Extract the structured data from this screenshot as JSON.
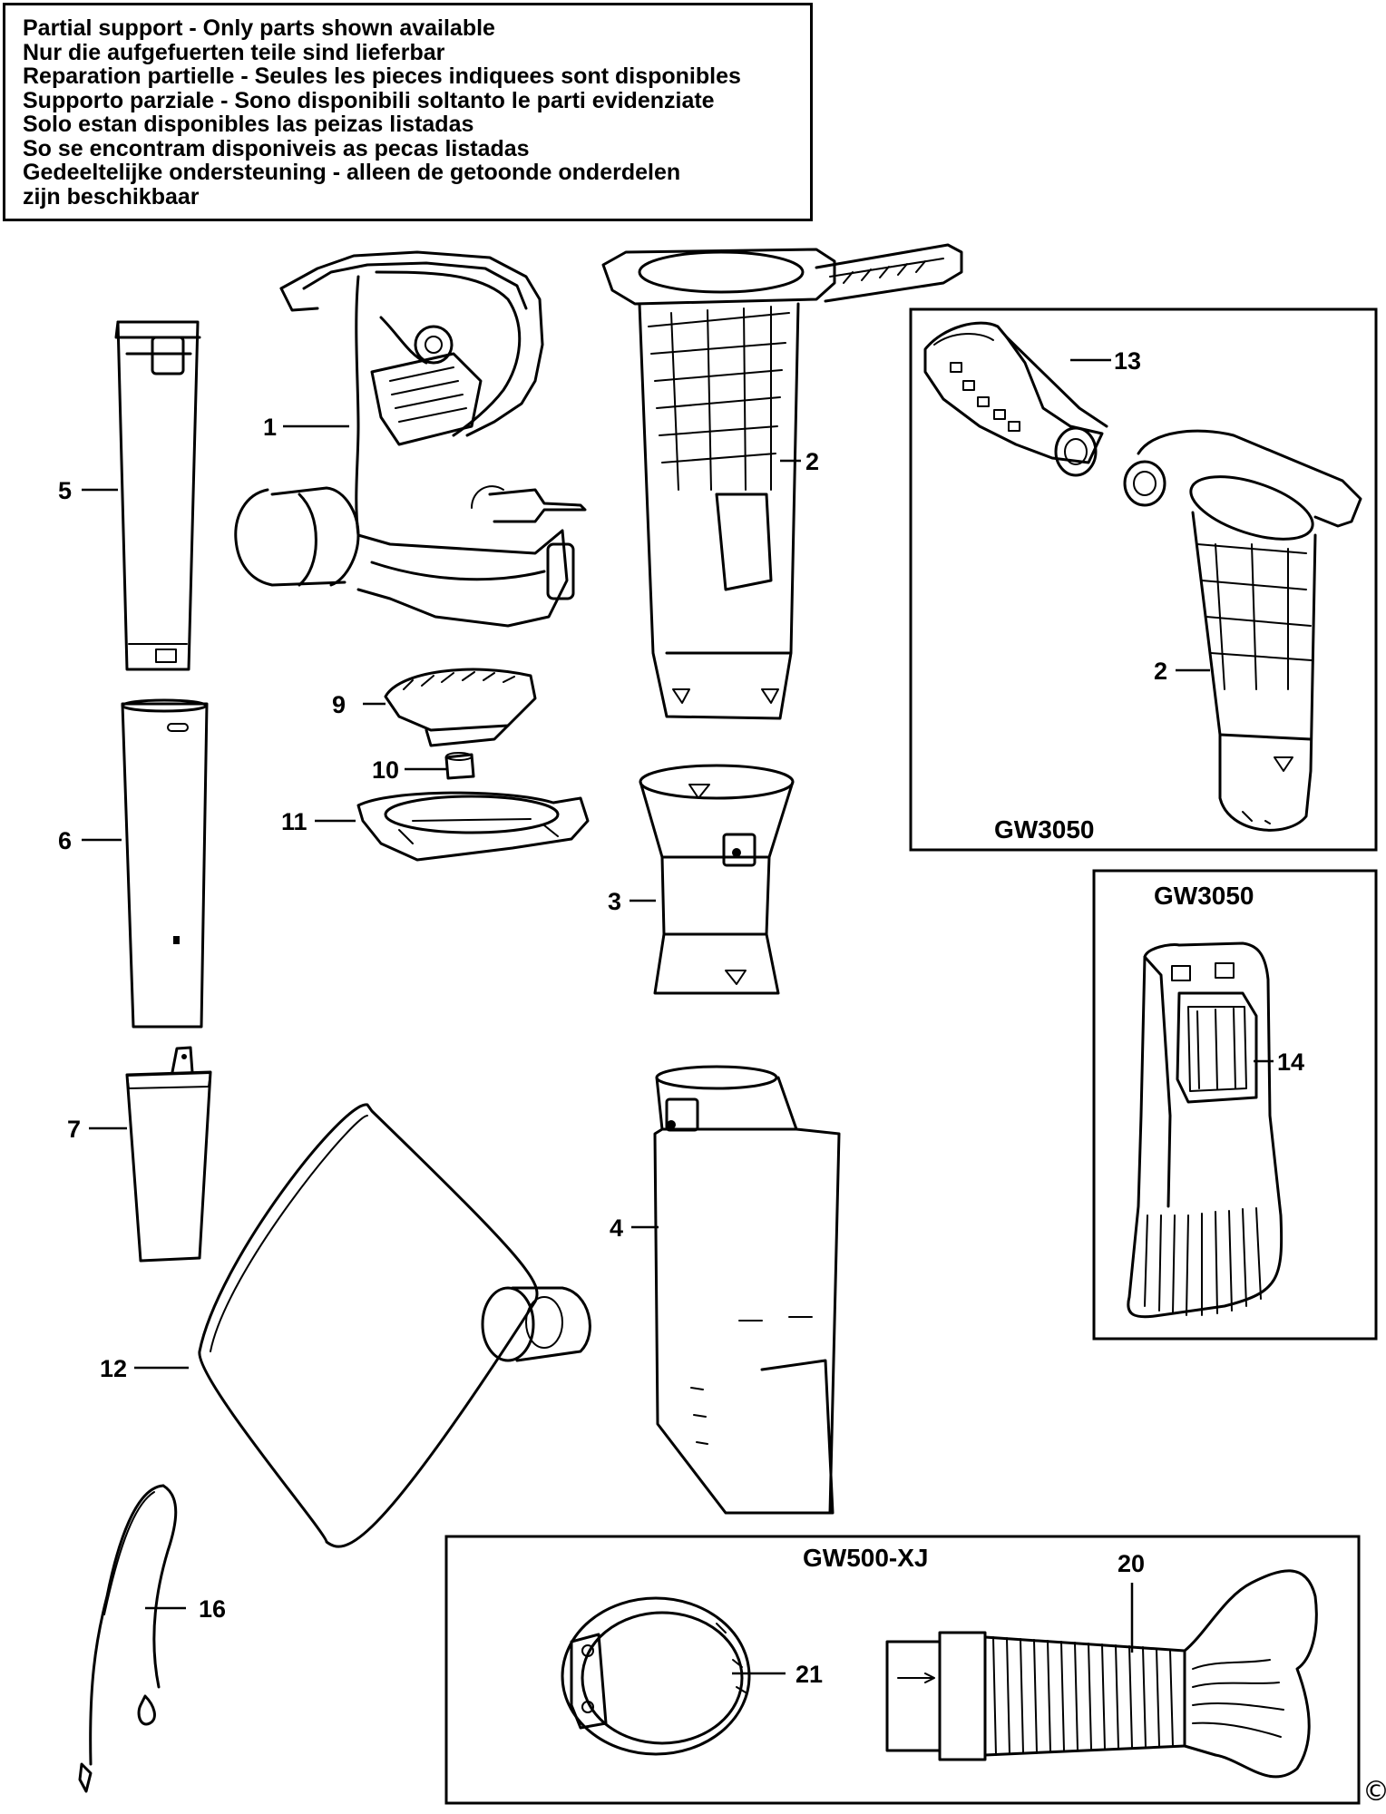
{
  "notice": {
    "lines": [
      "Partial support - Only parts shown available",
      "Nur die aufgefuerten teile sind lieferbar",
      "Reparation partielle - Seules les pieces indiquees sont disponibles",
      "Supporto parziale - Sono disponibili soltanto le parti evidenziate",
      "Solo estan disponibles las peizas listadas",
      "So se encontram disponiveis as pecas listadas",
      "Gedeeltelijke ondersteuning - alleen de getoonde onderdelen",
      "zijn beschikbaar"
    ]
  },
  "panels": {
    "gw3050_top": "GW3050",
    "gw3050_side": "GW3050",
    "gw500": "GW500-XJ"
  },
  "labels": {
    "p1": "1",
    "p2": "2",
    "p2b": "2",
    "p3": "3",
    "p4": "4",
    "p5": "5",
    "p6": "6",
    "p7": "7",
    "p9": "9",
    "p10": "10",
    "p11": "11",
    "p12": "12",
    "p13": "13",
    "p14": "14",
    "p16": "16",
    "p20": "20",
    "p21": "21"
  },
  "copyright": "©"
}
